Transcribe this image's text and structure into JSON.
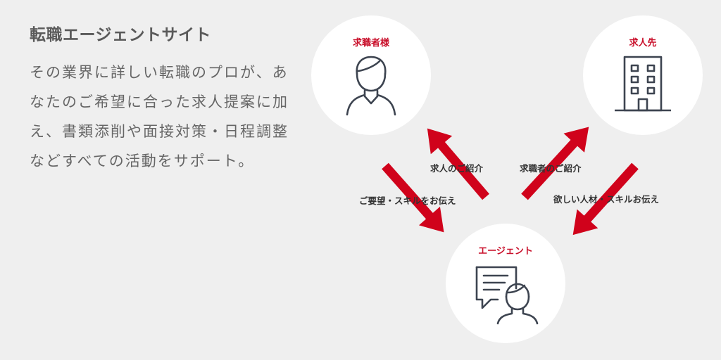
{
  "left_panel": {
    "title": "転職エージェントサイト",
    "description": "その業界に詳しい転職のプロが、あなたのご希望に合った求人提案に加え、書類添削や面接対策・日程調整などすべての活動をサポート。"
  },
  "diagram": {
    "nodes": {
      "jobseeker": {
        "label": "求職者様",
        "icon": "person-icon"
      },
      "company": {
        "label": "求人先",
        "icon": "building-icon"
      },
      "agent": {
        "label": "エージェント",
        "icon": "chat-person-icon"
      }
    },
    "flows": {
      "to_jobseeker": "求人のご紹介",
      "from_jobseeker": "ご要望・スキルをお伝え",
      "to_company": "求職者のご紹介",
      "from_company": "欲しい人材・スキルお伝え"
    },
    "colors": {
      "arrow": "#d0021b",
      "label": "#c9102b",
      "node_bg": "#ffffff",
      "icon": "#3d4450",
      "background": "#efefef"
    }
  }
}
